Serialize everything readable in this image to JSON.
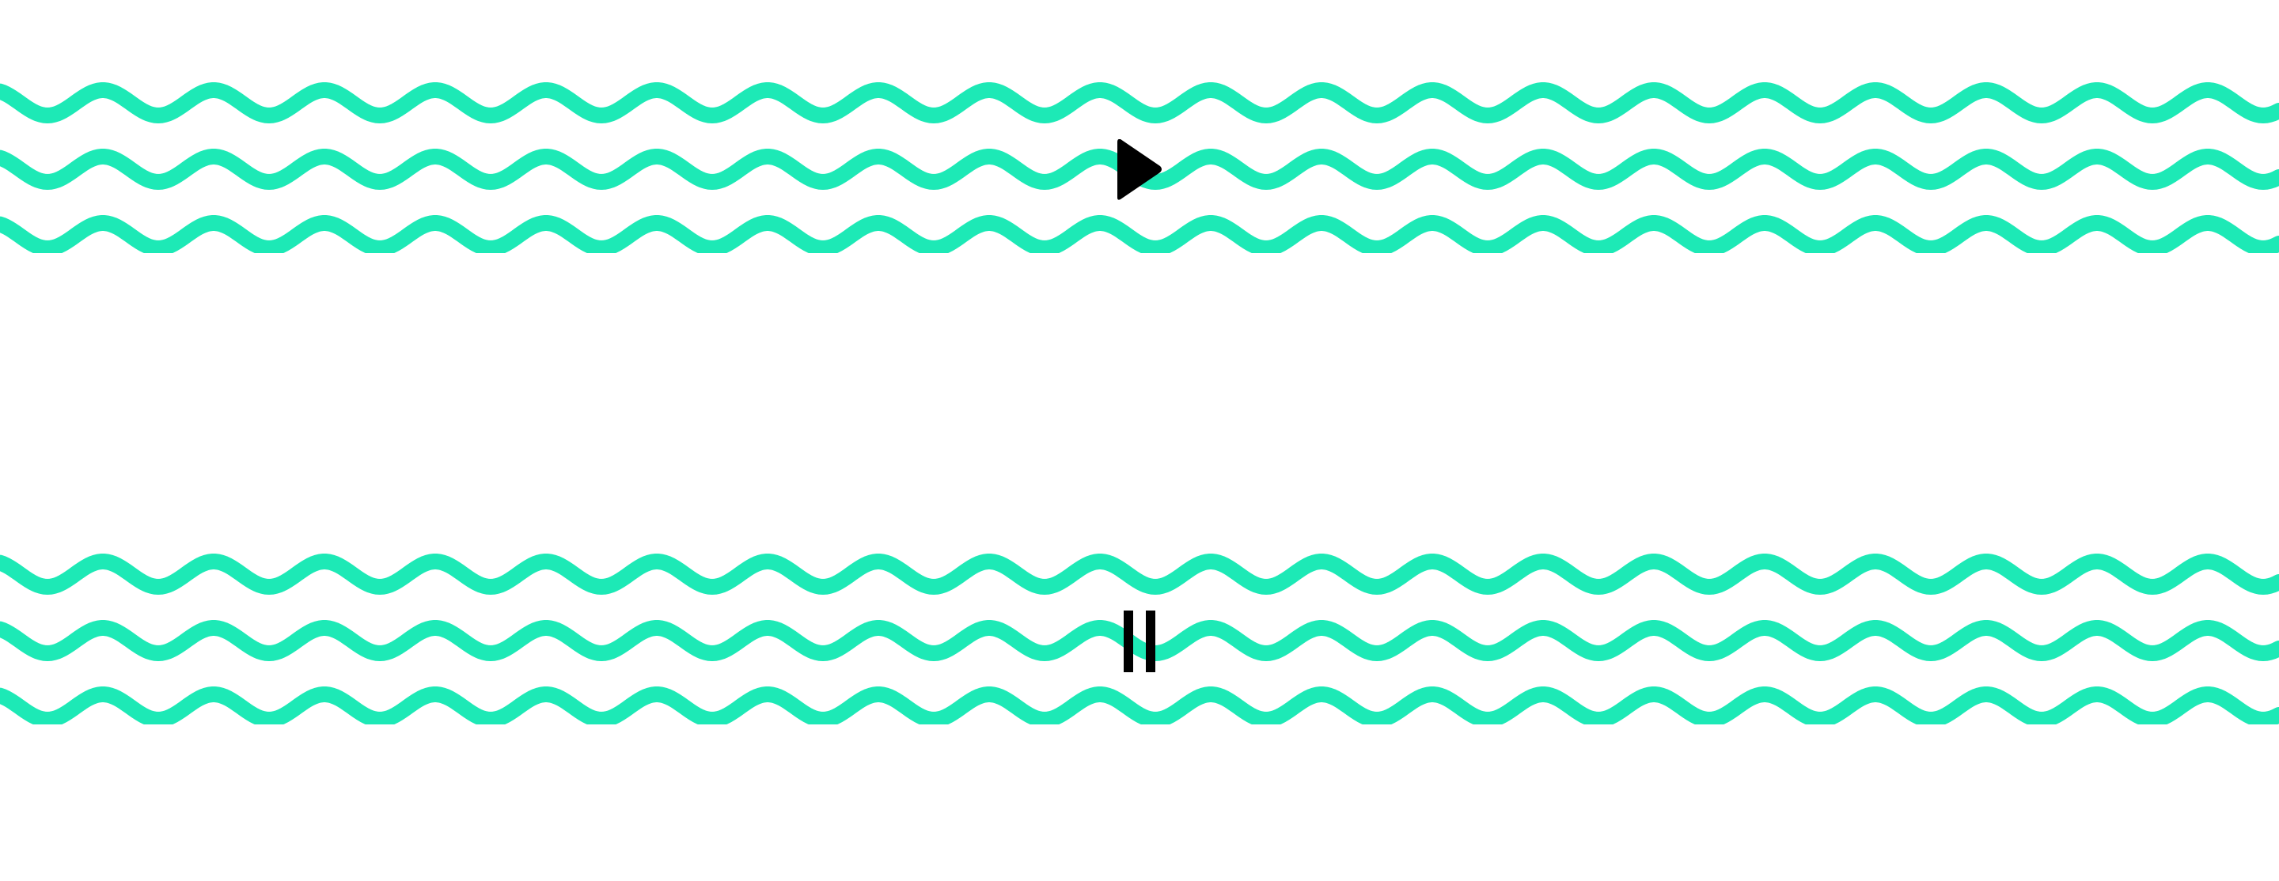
{
  "colors": {
    "wave": "#1de9b6",
    "icon": "#000000",
    "background": "#ffffff"
  },
  "groups": [
    {
      "id": "top",
      "state": "paused",
      "control_icon": "play-icon",
      "wave_count": 3
    },
    {
      "id": "bottom",
      "state": "playing",
      "control_icon": "pause-icon",
      "wave_count": 3
    }
  ]
}
